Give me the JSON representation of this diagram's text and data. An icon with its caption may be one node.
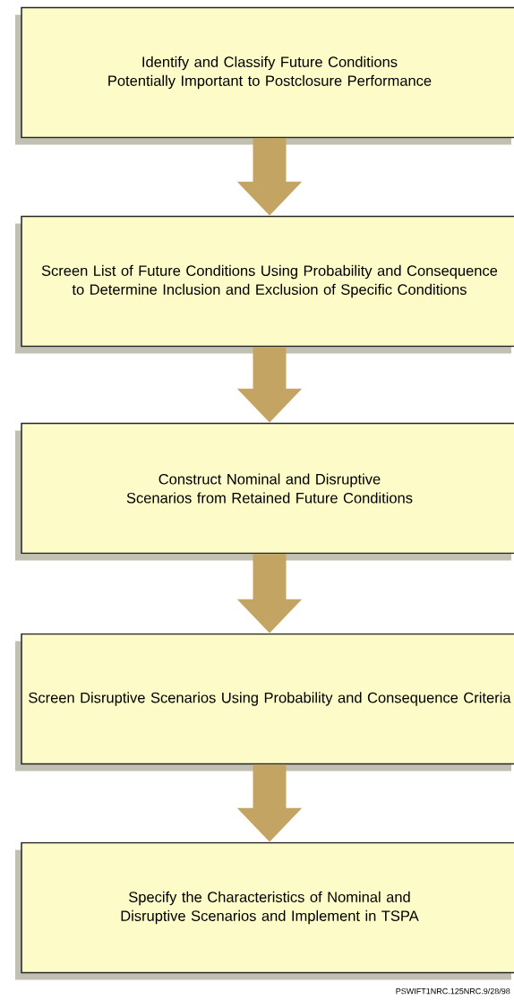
{
  "diagram": {
    "nodes": [
      {
        "text": [
          "Identify and Classify Future Conditions Potentially Important to Postclosure Performance"
        ]
      },
      {
        "text": [
          "Screen List of Future Conditions Using Probability and Consequence to Determine Inclusion and Exclusion of Specific Conditions"
        ]
      },
      {
        "text": [
          "Construct Nominal and Disruptive Scenarios from Retained Future Conditions"
        ]
      },
      {
        "text": [
          "Screen Disruptive Scenarios Using Probability and Consequence Criteria"
        ]
      },
      {
        "text": [
          "Specify the Characteristics of Nominal and Disruptive Scenarios and Implement in TSPA"
        ]
      }
    ],
    "edges": [
      {
        "from": 0,
        "to": 1,
        "arrow": "to"
      },
      {
        "from": 1,
        "to": 2,
        "arrow": "to"
      },
      {
        "from": 2,
        "to": 3,
        "arrow": "to"
      },
      {
        "from": 3,
        "to": 4,
        "arrow": "to"
      }
    ],
    "labels": [
      "PSWIFT1NRC.125NRC.9/28/98"
    ]
  }
}
